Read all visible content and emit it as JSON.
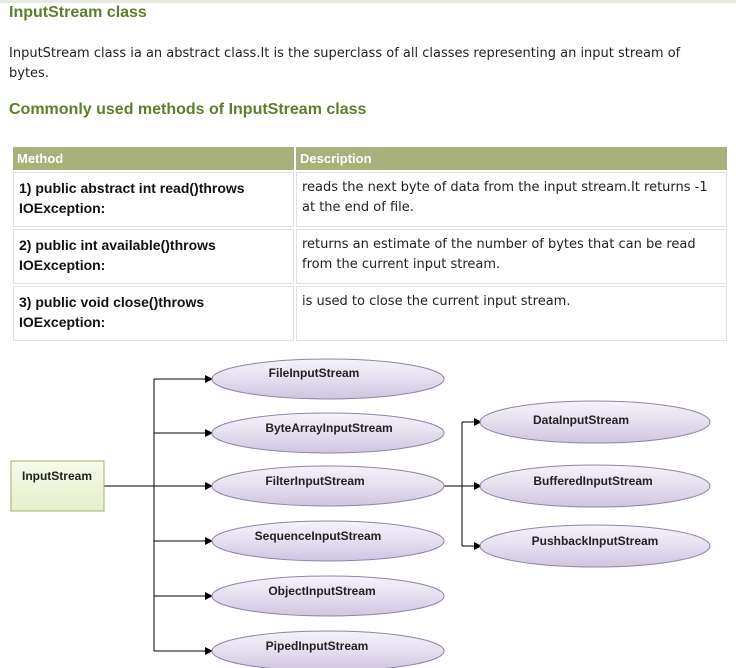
{
  "page": {
    "title": "InputStream class",
    "intro": "InputStream class ia an abstract class.It is the superclass of all classes representing an input stream of bytes.",
    "subtitle": "Commonly used methods of InputStream class"
  },
  "table": {
    "headers": [
      "Method",
      "Description"
    ],
    "rows": [
      {
        "method": "1) public abstract int read()throws IOException:",
        "description": "reads the next byte of data from the input stream.It returns -1 at the end of file."
      },
      {
        "method": "2) public int available()throws IOException:",
        "description": "returns an estimate of the number of bytes that can be read from the current input stream."
      },
      {
        "method": "3) public void close()throws IOException:",
        "description": "is used to close the current input stream."
      }
    ]
  },
  "diagram": {
    "root": "InputStream",
    "children": [
      "FileInputStream",
      "ByteArrayInputStream",
      "FilterInputStream",
      "SequenceInputStream",
      "ObjectInputStream",
      "PipedInputStream"
    ],
    "filter_children": [
      "DataInputStream",
      "BufferedInputStream",
      "PushbackInputStream"
    ],
    "colors": {
      "root_fill": "#eef5dc",
      "root_stroke": "#9fb36a",
      "ellipse_fill": "#e3dcee",
      "ellipse_stroke": "#8f84a8",
      "heading": "#5d7f2b",
      "table_header": "#a8b07c"
    }
  }
}
